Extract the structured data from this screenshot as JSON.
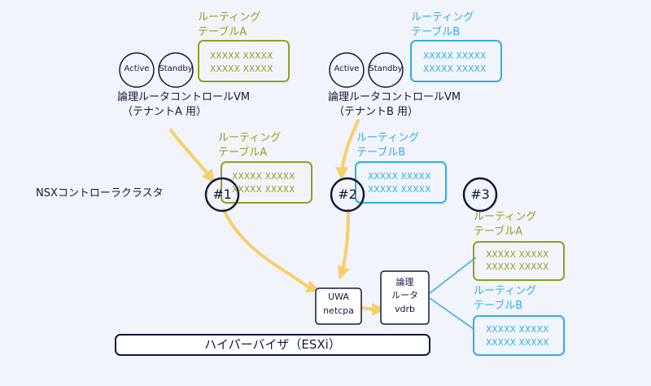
{
  "colors": {
    "green": "#8ba31f",
    "blue": "#2bb0e4",
    "navy": "#101a3e",
    "arrow": "#f6cf6a",
    "background": "#f2f4fb"
  },
  "routing_label_line1": "ルーティング",
  "vm_a": {
    "table_label_line2": "テーブルA",
    "entry1": "XXXXX XXXXX",
    "entry2": "XXXXX XXXXX",
    "active": "Active",
    "standby": "Standby",
    "vm_line1": "論理ルータコントロールVM",
    "vm_line2": "（テナントA 用）"
  },
  "vm_b": {
    "table_label_line2": "テーブルB",
    "entry1": "XXXXX XXXXX",
    "entry2": "XXXXX XXXXX",
    "active": "Active",
    "standby": "Standby",
    "vm_line1": "論理ルータコントロールVM",
    "vm_line2": "（テナントB 用）"
  },
  "cluster": {
    "label": "NSXコントローラクラスタ",
    "node1": "#1",
    "node2": "#2",
    "node3": "#3",
    "node1_table_line2": "テーブルA",
    "node1_entry1": "XXXXX XXXXX",
    "node1_entry2": "XXXXX XXXXX",
    "node2_table_line2": "テーブルB",
    "node2_entry1": "XXXXX XXXXX",
    "node2_entry2": "XXXXX XXXXX"
  },
  "host": {
    "uwa_line1": "UWA",
    "uwa_line2": "netcpa",
    "router_line1": "論理",
    "router_line2": "ルータ",
    "router_line3": "vdrb",
    "table_a_line2": "テーブルA",
    "table_a_entry1": "XXXXX XXXXX",
    "table_a_entry2": "XXXXX XXXXX",
    "table_b_line2": "テーブルB",
    "table_b_entry1": "XXXXX XXXXX",
    "table_b_entry2": "XXXXX XXXXX",
    "hypervisor": "ハイパーバイザ（ESXi）"
  }
}
